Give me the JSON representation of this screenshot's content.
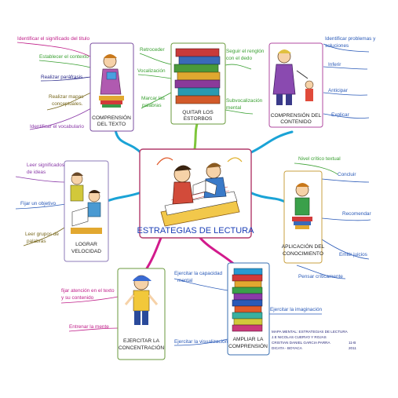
{
  "center": {
    "title": "ESTRATEGIAS DE LECTURA",
    "color": "#1b3fb6"
  },
  "nodes": {
    "comprension_texto": {
      "title": [
        "COMPRENSIÓN",
        "DEL TEXTO"
      ],
      "border": "#7b4fa0"
    },
    "quitar_estorbos": {
      "title": [
        "QUITAR LOS",
        "ESTORBOS"
      ],
      "border": "#6a9a3c"
    },
    "comprension_contenido": {
      "title": [
        "COMPRENSIÓN DEL",
        "CONTENIDO"
      ],
      "border": "#b04aa0"
    },
    "logar_velocidad": {
      "title": [
        "LOGRAR",
        "VELOCIDAD"
      ],
      "border": "#8e7bb8"
    },
    "aplicacion_conocimiento": {
      "title": [
        "APLICACIÓN DEL",
        "CONOCIMIENTO"
      ],
      "border": "#c9a040"
    },
    "ejercitar_concentracion": {
      "title": [
        "EJERCITAR LA",
        "CONCENTRACIÓN"
      ],
      "border": "#6a9a3c"
    },
    "ampliar_comprension": {
      "title": [
        "AMPLIAR LA",
        "COMPRENSIÓN"
      ],
      "border": "#3a6fb0"
    }
  },
  "labels": {
    "identificar_titulo": "Identificar el significado del titulo",
    "establecer_contexto": "Establecer el contexto",
    "realizar_parafrasis": "Realizar paráfrasis",
    "realizar_mapas_1": "Realizar mapas",
    "realizar_mapas_2": "conceptuales.",
    "identificar_vocabulario": "Identificar el vocabulario",
    "retroceder": "Retroceder",
    "vocalizacion": "Vocalización",
    "marcar_palabras_1": "Marcar las",
    "marcar_palabras_2": "palabras",
    "seguir_renglon_1": "Seguir el renglón",
    "seguir_renglon_2": "con el dedo",
    "subvocalizacion_1": "Subvocalización",
    "subvocalizacion_2": "mental",
    "identificar_problemas_1": "Identificar problemas y",
    "identificar_problemas_2": "soluciones",
    "inferir": "Inferir",
    "anticipar": "Anticipar",
    "explicar": "Explicar",
    "leer_significados_1": "Leer significados",
    "leer_significados_2": "de ideas",
    "fijar_objetivo": "Fijar un objetivo",
    "leer_grupos_1": "Leer grupos de",
    "leer_grupos_2": "palabras",
    "nivel_critico": "Nivel crítico textual",
    "concluir": "Concluir",
    "recomendar": "Recomendar",
    "emitir_juicios": "Emitir juicios",
    "pensar_criticamente": "Pensar críticamente",
    "fijar_atencion_1": "fijar atención en el texto",
    "fijar_atencion_2": "y su contenido",
    "entrenar_mente": "Entrenar la mente",
    "ejercitar_capacidad_1": "Ejercitar la capacidad",
    "ejercitar_capacidad_2": "mental",
    "ejercitar_imaginacion": "Ejercitar la imaginación",
    "ejercitar_visualizacion": "Ejercitar la visualización"
  },
  "credits": {
    "line1": "MAPA MENTAL: ESTRATEGIAS DE LECTURA",
    "line2": "J.E NICOLAS CUERVO Y ROJAS",
    "line3": "CRISTIAN DANIEL GARCIA PARRA",
    "line3b": "11-B",
    "line4": "DICATA - BOYACA",
    "line4b": "2011"
  },
  "colors": {
    "branch_blue": "#1aa3d6",
    "branch_magenta": "#d21a8c",
    "branch_green": "#7ec63a",
    "label_magenta": "#c0208a",
    "label_green": "#3aa032",
    "label_navy": "#2a2a8a",
    "label_olive": "#7a6a20",
    "label_purple": "#8a3aa8",
    "label_blue": "#2a5ab8"
  }
}
